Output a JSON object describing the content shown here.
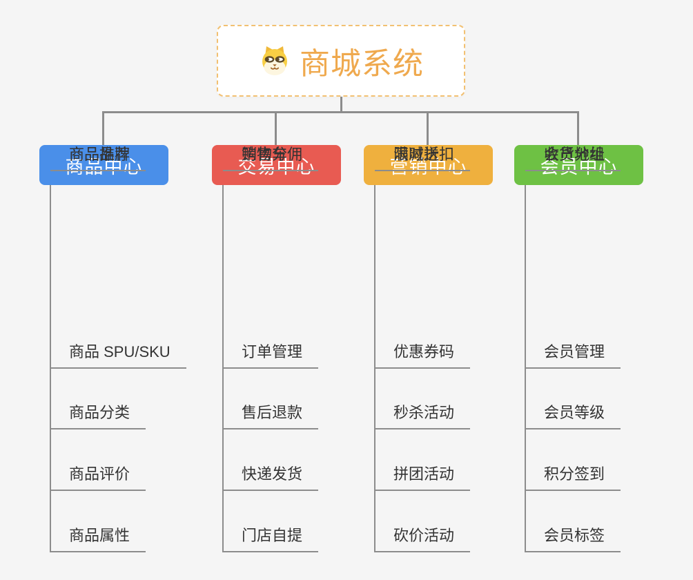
{
  "canvas": {
    "background": "#f5f5f5",
    "line_color": "#8c8c8c"
  },
  "root": {
    "label": "商城系统",
    "icon": "dog-face-icon",
    "text_color": "#efa94e",
    "border_color": "#f2c071",
    "fill": "#ffffff"
  },
  "branches": [
    {
      "label": "商品中心",
      "color": "#4a8fe9",
      "items": [
        "商品 SPU/SKU",
        "商品分类",
        "商品评价",
        "商品属性",
        "商品推荐",
        "商品品牌"
      ]
    },
    {
      "label": "交易中心",
      "color": "#e85b52",
      "items": [
        "订单管理",
        "售后退款",
        "快递发货",
        "门店自提",
        "购物车",
        "销售分佣"
      ]
    },
    {
      "label": "营销中心",
      "color": "#efb03e",
      "items": [
        "优惠券码",
        "秒杀活动",
        "拼团活动",
        "砍价活动",
        "限时折扣",
        "满减送"
      ]
    },
    {
      "label": "会员中心",
      "color": "#6ec144",
      "items": [
        "会员管理",
        "会员等级",
        "积分签到",
        "会员标签",
        "会员分组",
        "收货地址"
      ]
    }
  ]
}
